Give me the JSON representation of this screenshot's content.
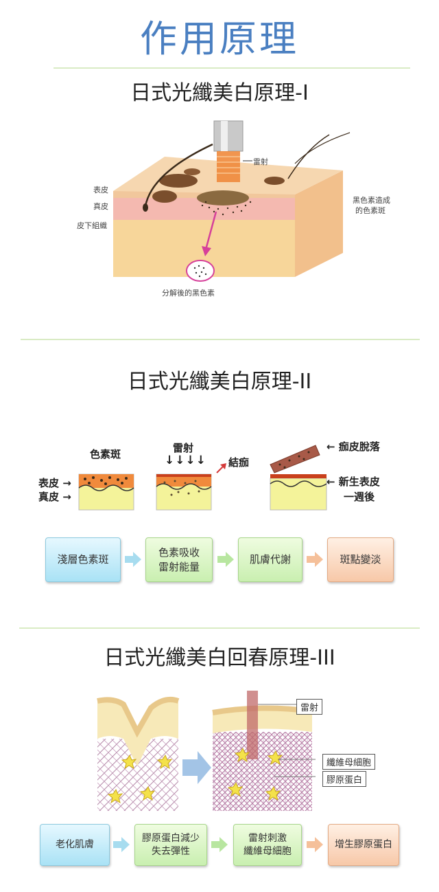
{
  "main_title": "作用原理",
  "section1": {
    "title": "日式光纖美白原理-I",
    "labels": {
      "laser": "雷射",
      "epidermis": "表皮",
      "dermis": "真皮",
      "subcutis": "皮下組織",
      "pigment_spot_line1": "黑色素造成",
      "pigment_spot_line2": "的色素斑",
      "decomposed": "分解後的黑色素"
    }
  },
  "section2": {
    "title": "日式光纖美白原理-II",
    "labels": {
      "pigment_spot": "色素斑",
      "laser": "雷射",
      "laser_arrows": "↓↓↓↓",
      "scab": "結痂",
      "epidermis": "表皮 →",
      "dermis": "真皮 →",
      "scab_shed": "← 痂皮脫落",
      "new_epidermis": "← 新生表皮",
      "one_week": "一週後"
    },
    "flow": [
      "淺層色素斑",
      "色素吸收\n雷射能量",
      "肌膚代謝",
      "斑點變淡"
    ]
  },
  "section3": {
    "title": "日式光纖美白回春原理-III",
    "labels": {
      "laser": "雷射",
      "fibroblast": "纖維母細胞",
      "collagen": "膠原蛋白"
    },
    "flow": [
      "老化肌膚",
      "膠原蛋白減少\n失去彈性",
      "雷射刺激\n纖維母細胞",
      "增生膠原蛋白"
    ]
  },
  "colors": {
    "title_blue": "#4a7fc1",
    "rule_green": "#d9ebc4",
    "skin_epidermis": "#f3cfa6",
    "skin_dermis": "#f4b9b0",
    "skin_subcutis": "#f7d69a",
    "pigment": "#6a4a2a",
    "arrow_pink": "#d6409a",
    "yellow_layer": "#f4f39a",
    "orange_layer": "#f08a3c"
  }
}
